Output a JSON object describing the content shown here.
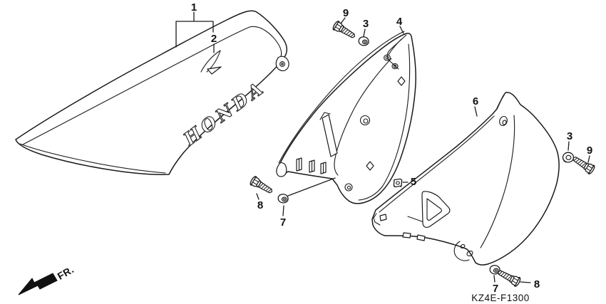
{
  "diagram": {
    "code": "KZ4E-F1300",
    "front_marker_label": "FR.",
    "seat_brand_text": "HONDA",
    "ink_color": "#1a1a1a",
    "paper_color": "#ffffff",
    "callouts": [
      {
        "id": "seat",
        "label": "1"
      },
      {
        "id": "seat-stripe",
        "label": "2"
      },
      {
        "id": "grommet-front-upper",
        "label": "3"
      },
      {
        "id": "side-cover-left",
        "label": "4"
      },
      {
        "id": "clip-nut",
        "label": "5"
      },
      {
        "id": "side-cover-right",
        "label": "6"
      },
      {
        "id": "grommet-front-lower",
        "label": "7"
      },
      {
        "id": "bolt-front-lower",
        "label": "8"
      },
      {
        "id": "bolt-front-upper",
        "label": "9"
      },
      {
        "id": "grommet-rear-upper",
        "label": "3"
      },
      {
        "id": "bolt-rear-upper",
        "label": "9"
      },
      {
        "id": "grommet-rear-lower",
        "label": "7"
      },
      {
        "id": "bolt-rear-lower",
        "label": "8"
      }
    ]
  }
}
